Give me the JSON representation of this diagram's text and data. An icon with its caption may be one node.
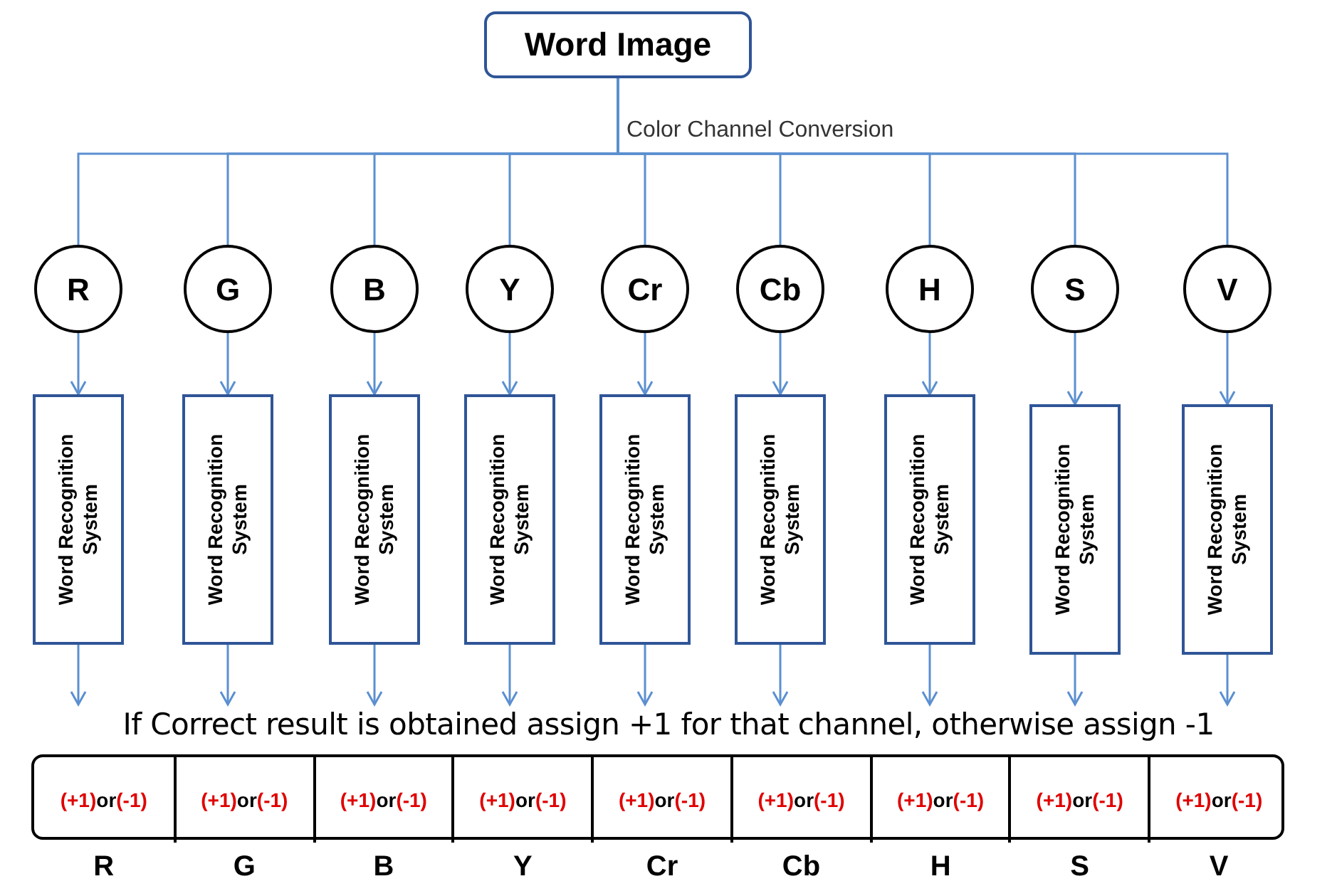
{
  "diagram": {
    "nodes": [
      {
        "text": [
          "Word Image"
        ]
      },
      {
        "text": [
          "R"
        ]
      },
      {
        "text": [
          "G"
        ]
      },
      {
        "text": [
          "B"
        ]
      },
      {
        "text": [
          "Y"
        ]
      },
      {
        "text": [
          "Cr"
        ]
      },
      {
        "text": [
          "Cb"
        ]
      },
      {
        "text": [
          "H"
        ]
      },
      {
        "text": [
          "S"
        ]
      },
      {
        "text": [
          "V"
        ]
      },
      {
        "text": [
          "Word Recognition System"
        ]
      },
      {
        "text": [
          "Word Recognition System"
        ]
      },
      {
        "text": [
          "Word Recognition System"
        ]
      },
      {
        "text": [
          "Word Recognition System"
        ]
      },
      {
        "text": [
          "Word Recognition System"
        ]
      },
      {
        "text": [
          "Word Recognition System"
        ]
      },
      {
        "text": [
          "Word Recognition System"
        ]
      },
      {
        "text": [
          "Word Recognition System"
        ]
      },
      {
        "text": [
          "Word Recognition System"
        ]
      },
      {
        "text": [
          "If Correct result is obtained assign +1 for that channel, otherwise assign -1"
        ]
      },
      {
        "text": [],
        "shape": "box"
      },
      {
        "text": [
          "(+1)",
          "or",
          "(-1)"
        ],
        "in": 20,
        "beside": [
          "R"
        ]
      },
      {
        "text": [
          "(+1)",
          "or",
          "(-1)"
        ],
        "in": 20,
        "beside": [
          "G"
        ]
      },
      {
        "text": [
          "(+1)",
          "or",
          "(-1)"
        ],
        "in": 20,
        "beside": [
          "B"
        ]
      },
      {
        "text": [
          "(+1)",
          "or",
          "(-1)"
        ],
        "in": 20,
        "beside": [
          "Y"
        ]
      },
      {
        "text": [
          "(+1)",
          "or",
          "(-1)"
        ],
        "in": 20,
        "beside": [
          "Cr"
        ]
      },
      {
        "text": [
          "(+1)",
          "or",
          "(-1)"
        ],
        "in": 20,
        "beside": [
          "Cb"
        ]
      },
      {
        "text": [
          "(+1)",
          "or",
          "(-1)"
        ],
        "in": 20,
        "beside": [
          "H"
        ]
      },
      {
        "text": [
          "(+1)",
          "or",
          "(-1)"
        ],
        "in": 20,
        "beside": [
          "S"
        ]
      },
      {
        "text": [
          "(+1)",
          "or",
          "(-1)"
        ],
        "in": 20,
        "beside": [
          "V"
        ]
      }
    ],
    "edges": [
      {
        "from": 0,
        "to": 1,
        "arrow": "none"
      },
      {
        "from": 0,
        "to": 2,
        "arrow": "none"
      },
      {
        "from": 0,
        "to": 3,
        "arrow": "none"
      },
      {
        "from": 0,
        "to": 4,
        "arrow": "none"
      },
      {
        "from": 0,
        "to": 5,
        "arrow": "none"
      },
      {
        "from": 0,
        "to": 6,
        "arrow": "none"
      },
      {
        "from": 0,
        "to": 7,
        "arrow": "none"
      },
      {
        "from": 0,
        "to": 8,
        "arrow": "none"
      },
      {
        "from": 0,
        "to": 9,
        "arrow": "none"
      },
      {
        "from": 1,
        "to": 10,
        "arrow": "to"
      },
      {
        "from": 2,
        "to": 11,
        "arrow": "to"
      },
      {
        "from": 3,
        "to": 12,
        "arrow": "to"
      },
      {
        "from": 4,
        "to": 13,
        "arrow": "to"
      },
      {
        "from": 5,
        "to": 14,
        "arrow": "to"
      },
      {
        "from": 6,
        "to": 15,
        "arrow": "to"
      },
      {
        "from": 7,
        "to": 16,
        "arrow": "to"
      },
      {
        "from": 8,
        "to": 17,
        "arrow": "to"
      },
      {
        "from": 9,
        "to": 18,
        "arrow": "to"
      },
      {
        "from": 10,
        "to": 19,
        "arrow": "to"
      },
      {
        "from": 11,
        "to": 19,
        "arrow": "to"
      },
      {
        "from": 12,
        "to": 19,
        "arrow": "to"
      },
      {
        "from": 13,
        "to": 19,
        "arrow": "to"
      },
      {
        "from": 14,
        "to": 19,
        "arrow": "to"
      },
      {
        "from": 15,
        "to": 19,
        "arrow": "to"
      },
      {
        "from": 16,
        "to": 19,
        "arrow": "to"
      },
      {
        "from": 17,
        "to": 19,
        "arrow": "to"
      },
      {
        "from": 18,
        "to": 19,
        "arrow": "to"
      }
    ],
    "labels": [
      "Color Channel Conversion"
    ]
  }
}
